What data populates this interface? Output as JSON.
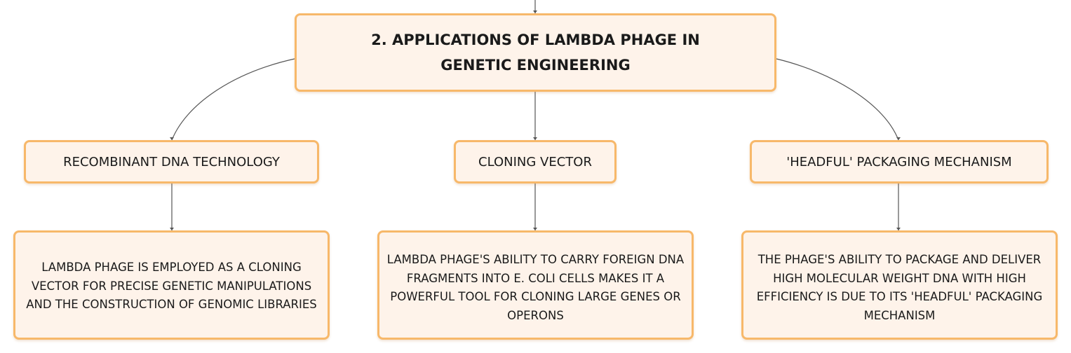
{
  "root": {
    "title": "2. APPLICATIONS OF LAMBDA PHAGE IN GENETIC ENGINEERING"
  },
  "branches": [
    {
      "label": "RECOMBINANT DNA TECHNOLOGY",
      "detail": "LAMBDA PHAGE IS EMPLOYED AS A CLONING VECTOR FOR PRECISE GENETIC MANIPULATIONS AND THE CONSTRUCTION OF GENOMIC LIBRARIES"
    },
    {
      "label": "CLONING VECTOR",
      "detail": "LAMBDA PHAGE'S ABILITY TO CARRY FOREIGN DNA FRAGMENTS INTO E. COLI CELLS MAKES IT A POWERFUL TOOL FOR CLONING LARGE GENES OR OPERONS"
    },
    {
      "label": "'HEADFUL' PACKAGING MECHANISM",
      "detail": "THE PHAGE'S ABILITY TO PACKAGE AND DELIVER HIGH MOLECULAR WEIGHT DNA WITH HIGH EFFICIENCY IS DUE TO ITS 'HEADFUL' PACKAGING MECHANISM"
    }
  ],
  "colors": {
    "node_fill": "#fef3ea",
    "node_border": "#f7b86a",
    "connector": "#555555"
  }
}
